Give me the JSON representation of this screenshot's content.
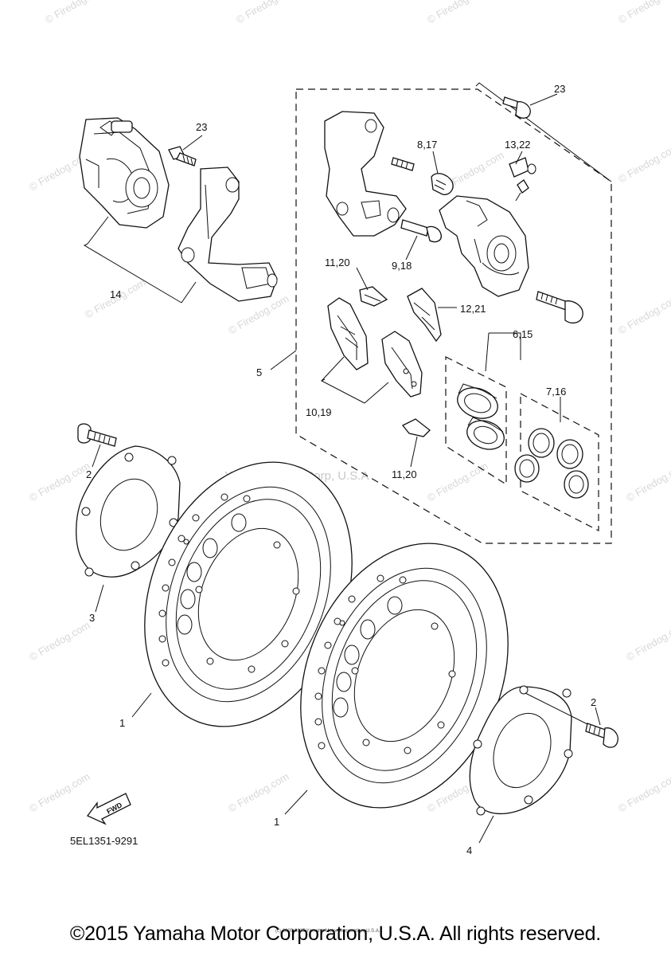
{
  "diagram_code": "5EL1351-9291",
  "fwd_label": "FWD",
  "copyright": "©2015 Yamaha Motor Corporation, U.S.A. All rights reserved.",
  "fine_print": "(c) 2005-2015 Yamaha Motor Corporation, U.S.A.",
  "watermark_center": "Yamaha Motor Corp, U.S.A",
  "watermark_firedog": "© Firedog.com",
  "callouts": {
    "c1a": "1",
    "c1b": "1",
    "c2a": "2",
    "c2b": "2",
    "c3": "3",
    "c4": "4",
    "c5": "5",
    "c6": "6,15",
    "c7": "7,16",
    "c8": "8,17",
    "c9": "9,18",
    "c10": "10,19",
    "c11a": "11,20",
    "c11b": "11,20",
    "c12": "12,21",
    "c13": "13,22",
    "c14": "14",
    "c23a": "23",
    "c23b": "23"
  }
}
